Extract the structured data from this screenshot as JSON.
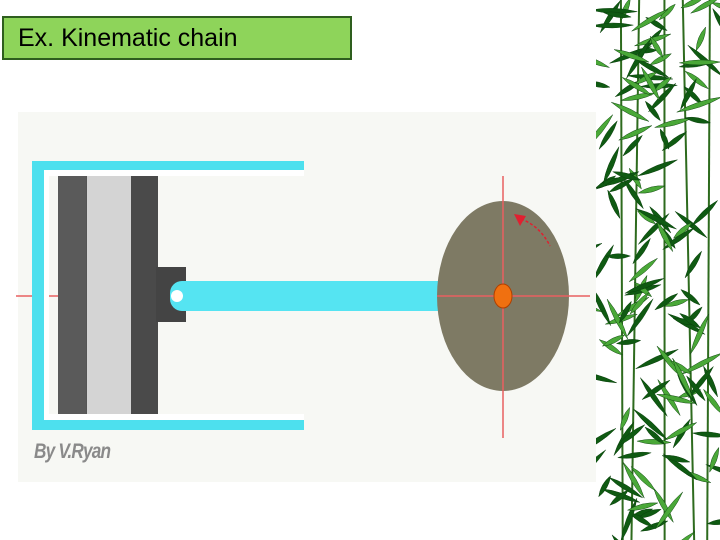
{
  "slide": {
    "title": "Ex. Kinematic chain"
  },
  "diagram": {
    "credit": "By V.Ryan",
    "parts": {
      "cylinder": "cylinder-housing",
      "piston": "piston",
      "connecting_rod": "connecting-rod",
      "crank_disc": "crank-disc",
      "crank_pin": "crank-pin",
      "rotation_arrow": "rotation-arrow"
    }
  },
  "colors": {
    "title_background": "#8ed45a",
    "title_border": "#2e5e1e",
    "cylinder": "#4de0ee",
    "piston_dark": "#555555",
    "piston_light": "#d4d4d4",
    "connecting_rod": "#55e4f2",
    "crank_disc": "#7e7a64",
    "crank_pin": "#f07010",
    "centre_lines": "#e86060",
    "rotation_arrow": "#e02030",
    "foliage_dark": "#0f5a12",
    "foliage_light": "#4aa838"
  }
}
